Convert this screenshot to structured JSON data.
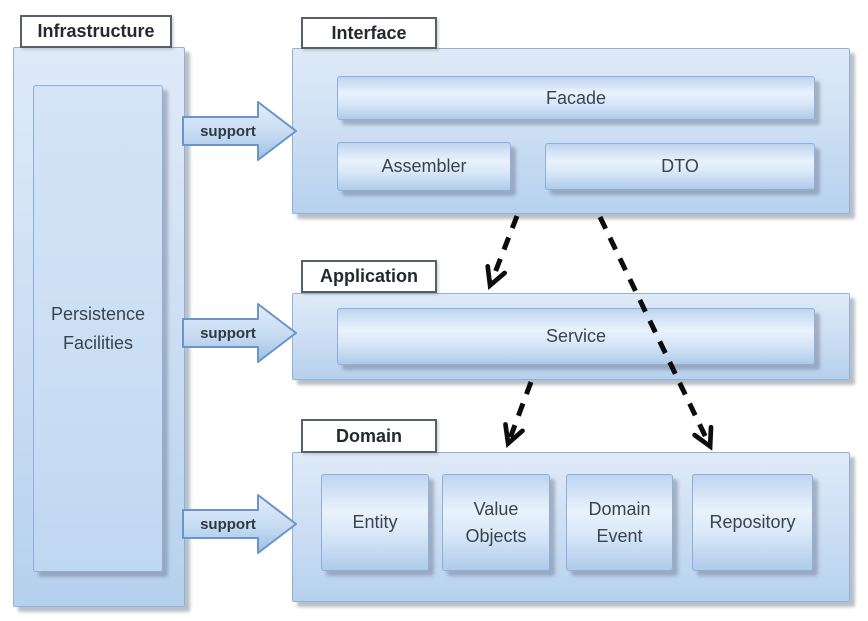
{
  "layers": {
    "infrastructure": {
      "label": "Infrastructure",
      "boxes": [
        "Persistence Facilities"
      ]
    },
    "interface": {
      "label": "Interface",
      "boxes": [
        "Facade",
        "Assembler",
        "DTO"
      ]
    },
    "application": {
      "label": "Application",
      "boxes": [
        "Service"
      ]
    },
    "domain": {
      "label": "Domain",
      "boxes": [
        "Entity",
        "Value Objects",
        "Domain Event",
        "Repository"
      ]
    }
  },
  "arrows": {
    "support": [
      {
        "from": "Infrastructure",
        "to": "Interface",
        "label": "support"
      },
      {
        "from": "Infrastructure",
        "to": "Application",
        "label": "support"
      },
      {
        "from": "Infrastructure",
        "to": "Domain",
        "label": "support"
      }
    ],
    "dependencies": [
      {
        "from": "Interface",
        "to": "Application",
        "style": "dashed"
      },
      {
        "from": "Interface",
        "to": "Domain",
        "style": "dashed"
      },
      {
        "from": "Application",
        "to": "Domain",
        "style": "dashed"
      }
    ]
  },
  "colors": {
    "box_fill_top": "#bed5ef",
    "box_fill_light": "#e9f2fc",
    "box_fill_bottom": "#aecbea",
    "container_fill_top": "#dfeaf8",
    "container_fill_bottom": "#b6d1ee",
    "border_blue": "#8fafd8",
    "label_border": "#585f68",
    "dashed_arrow": "#0d0d0d",
    "text_dark": "#39444f"
  }
}
